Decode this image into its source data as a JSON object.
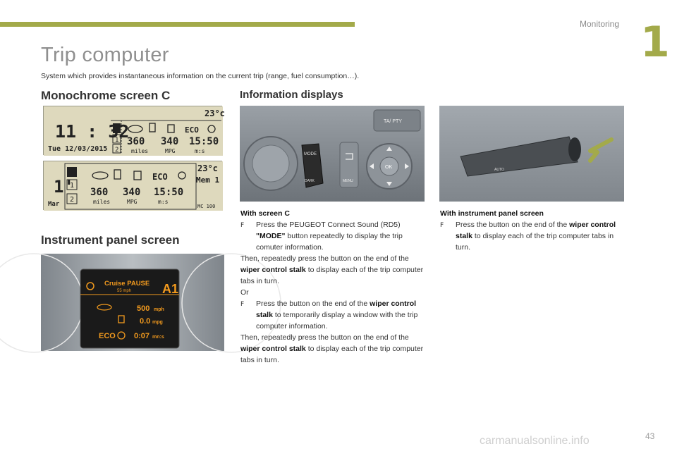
{
  "header": {
    "section": "Monitoring",
    "chapter": "1"
  },
  "title": "Trip computer",
  "intro": "System which provides instantaneous information on the current trip (range, fuel consumption…).",
  "sections": {
    "mono": "Monochrome screen C",
    "info": "Information displays",
    "instrument": "Instrument panel screen"
  },
  "mono_screen_1": {
    "temp": "23°c",
    "time": "11 : 32",
    "date": "Tue 12/03/2015",
    "eco": "ECO",
    "tab1": "1",
    "tab2": "2",
    "v1": "360",
    "v2": "340",
    "v3": "15:50",
    "u1": "miles",
    "u2": "MPG",
    "u3": "m:s"
  },
  "mono_screen_2": {
    "temp": "23°c",
    "time": "1'",
    "date": "Mar",
    "mem": "Mem 1",
    "eco": "ECO",
    "tab1": "1",
    "tab2": "2",
    "v1": "360",
    "v2": "340",
    "v3": "15:50",
    "u1": "miles",
    "u2": "MPG",
    "u3": "m:s",
    "band": "MC 100"
  },
  "instrument_screen": {
    "cruise": "Cruise PAUSE",
    "speed": "55 mph",
    "mode": "A1",
    "v1": "500",
    "u1": "mph",
    "v2": "0.0",
    "u2": "mpg",
    "v3": "0:07",
    "u3": "mn:s",
    "eco": "ECO"
  },
  "radio_panel": {
    "ta": "TA/ PTY",
    "mode": "MODE",
    "dark": "DARK",
    "menu": "MENU",
    "ok": "OK"
  },
  "stalk": {
    "auto": "AUTO"
  },
  "col2": {
    "heading": "With screen C",
    "b1_pre": "Press the PEUGEOT Connect Sound (RD5) ",
    "b1_bold": "\"MODE\"",
    "b1_post": " button repeatedly to display the trip comuter information.",
    "p1_pre": "Then, repeatedly press the button on the end of the ",
    "p1_bold": "wiper control stalk",
    "p1_post": " to display each of the trip computer tabs in turn.",
    "or": "Or",
    "b2_pre": "Press the button on the end of the ",
    "b2_bold": "wiper control stalk",
    "b2_post": " to temporarily display a window with the trip computer information.",
    "p2_pre": "Then, repeatedly press the button on the end of the ",
    "p2_bold": "wiper control stalk",
    "p2_post": " to display each of the trip computer tabs in turn."
  },
  "col3": {
    "heading": "With instrument panel screen",
    "b1_pre": "Press the button on the end of the ",
    "b1_bold": "wiper control stalk",
    "b1_post": " to display each of the trip computer tabs in turn."
  },
  "bullet_mark": "F",
  "footer": {
    "page": "43",
    "watermark": "carmanualsonline.info"
  },
  "colors": {
    "accent": "#a3aa4a",
    "lcd_bg": "#ded9bd",
    "orange": "#f29a1e"
  }
}
